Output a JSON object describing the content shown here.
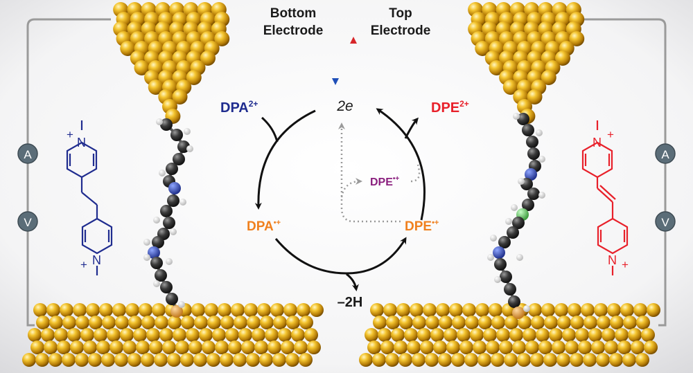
{
  "header": {
    "bottom_electrode": [
      "Bottom",
      "Electrode"
    ],
    "top_electrode": [
      "Top",
      "Electrode"
    ]
  },
  "cycle": {
    "electrons": "2e",
    "dpa_ox": {
      "base": "DPA",
      "charge": "2+"
    },
    "dpe_ox": {
      "base": "DPE",
      "charge": "2+"
    },
    "dpa_rad": {
      "base": "DPA",
      "charge": "•+"
    },
    "dpe_rad": {
      "base": "DPE",
      "charge": "•+"
    },
    "dpe_mid": {
      "base": "DPE",
      "charge": "•+"
    },
    "loss": "–2H"
  },
  "meters": {
    "left": [
      "A",
      "V"
    ],
    "right": [
      "A",
      "V"
    ]
  },
  "structures": {
    "left_plus_top": "+",
    "left_n_top": "N",
    "left_plus_bottom": "+",
    "left_n_bottom": "N",
    "right_plus_top": "+",
    "right_n_top": "N",
    "right_plus_bottom": "+",
    "right_n_bottom": "N"
  },
  "colors": {
    "dpa": "#1f2c8f",
    "dpe": "#e8202a",
    "radical": "#f0801e",
    "dpe_mid": "#8a1f7e",
    "gold": "#e9b115",
    "wire": "#9a9a9a",
    "meter": "#5b6d78"
  }
}
